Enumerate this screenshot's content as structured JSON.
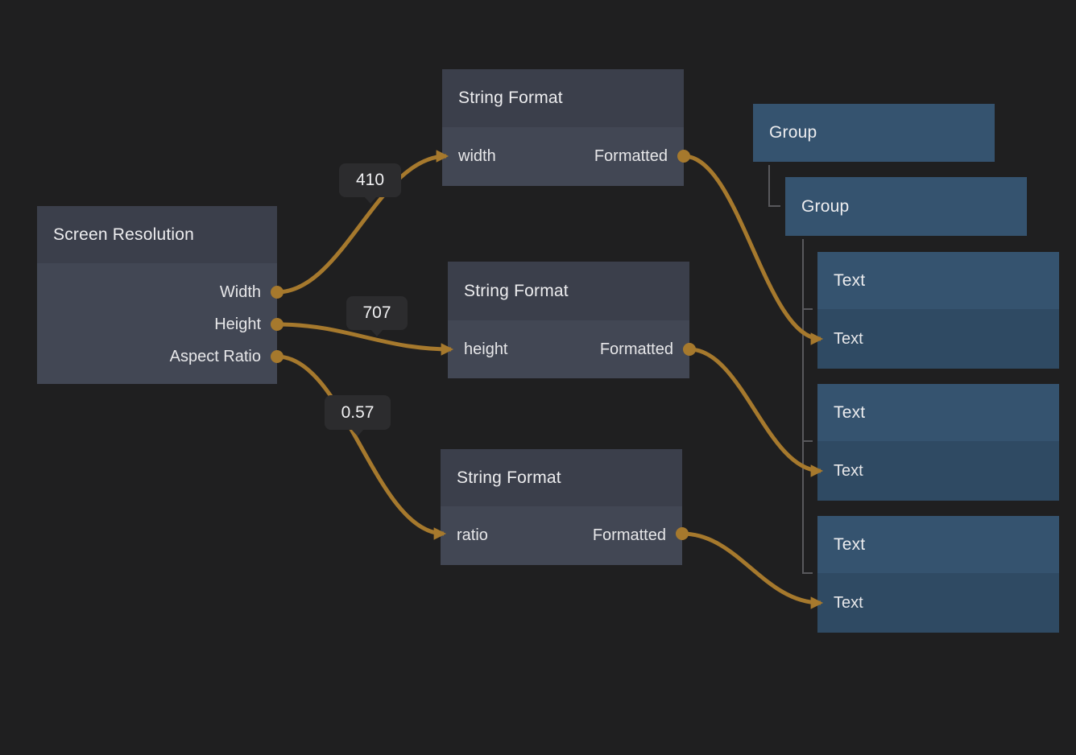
{
  "editor": {
    "background_color": "#1f1f20",
    "wire_color": "#a6792d",
    "tree_line_color": "#58585c",
    "gray_node_header_color": "#3b3f4b",
    "gray_node_body_color": "#424754",
    "blue_node_header_color": "#35536f",
    "blue_node_body_color": "#2f4a63",
    "badge_background_color": "#2c2c2e"
  },
  "nodes": {
    "screen_resolution": {
      "title": "Screen Resolution",
      "outputs": [
        {
          "label": "Width"
        },
        {
          "label": "Height"
        },
        {
          "label": "Aspect Ratio"
        }
      ]
    },
    "string_format_width": {
      "title": "String Format",
      "input_label": "width",
      "output_label": "Formatted"
    },
    "string_format_height": {
      "title": "String Format",
      "input_label": "height",
      "output_label": "Formatted"
    },
    "string_format_ratio": {
      "title": "String Format",
      "input_label": "ratio",
      "output_label": "Formatted"
    },
    "group_outer": {
      "title": "Group"
    },
    "group_inner": {
      "title": "Group"
    },
    "text_width": {
      "title": "Text",
      "input_label": "Text"
    },
    "text_height": {
      "title": "Text",
      "input_label": "Text"
    },
    "text_ratio": {
      "title": "Text",
      "input_label": "Text"
    }
  },
  "wire_badges": [
    {
      "value": "410"
    },
    {
      "value": "707"
    },
    {
      "value": "0.57"
    }
  ]
}
